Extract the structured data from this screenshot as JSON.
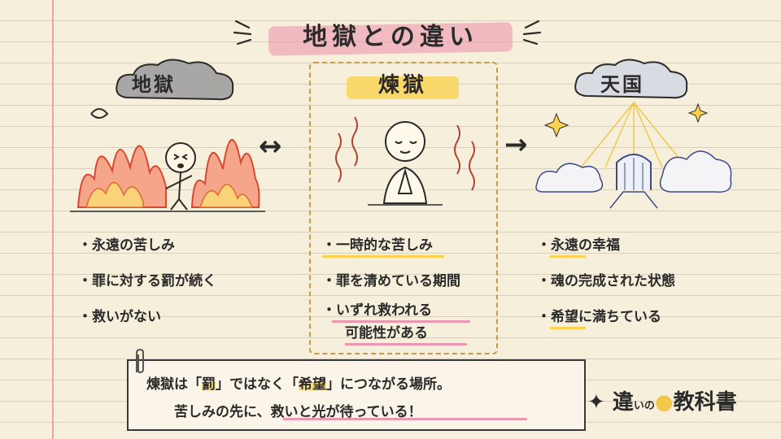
{
  "title": "地獄との違い",
  "columns": {
    "hell": {
      "heading": "地獄",
      "items": [
        "・永遠の苦しみ",
        "・罪に対する罰が続く",
        "・救いがない"
      ]
    },
    "purgatory": {
      "heading": "煉獄",
      "items": [
        "・一時的な苦しみ",
        "・罪を清めている期間",
        "・いずれ救われる",
        "可能性がある"
      ]
    },
    "heaven": {
      "heading": "天国",
      "items": [
        "・永遠の幸福",
        "・魂の完成された状態",
        "・希望に満ちている"
      ]
    }
  },
  "arrows": {
    "left": "↔",
    "right": "→"
  },
  "note": {
    "line1": [
      "煉獄は「",
      "罰",
      "」ではなく「",
      "希望",
      "」につながる場所。"
    ],
    "line2": "苦しみの先に、救いと光が待っている！"
  },
  "logo": {
    "part1": "違",
    "part2": "いの",
    "part3": "教科書"
  },
  "colors": {
    "pink": "#ee96af",
    "yellow": "#fad250",
    "fire": "#ef7a3c",
    "paper": "#f6efdc"
  }
}
